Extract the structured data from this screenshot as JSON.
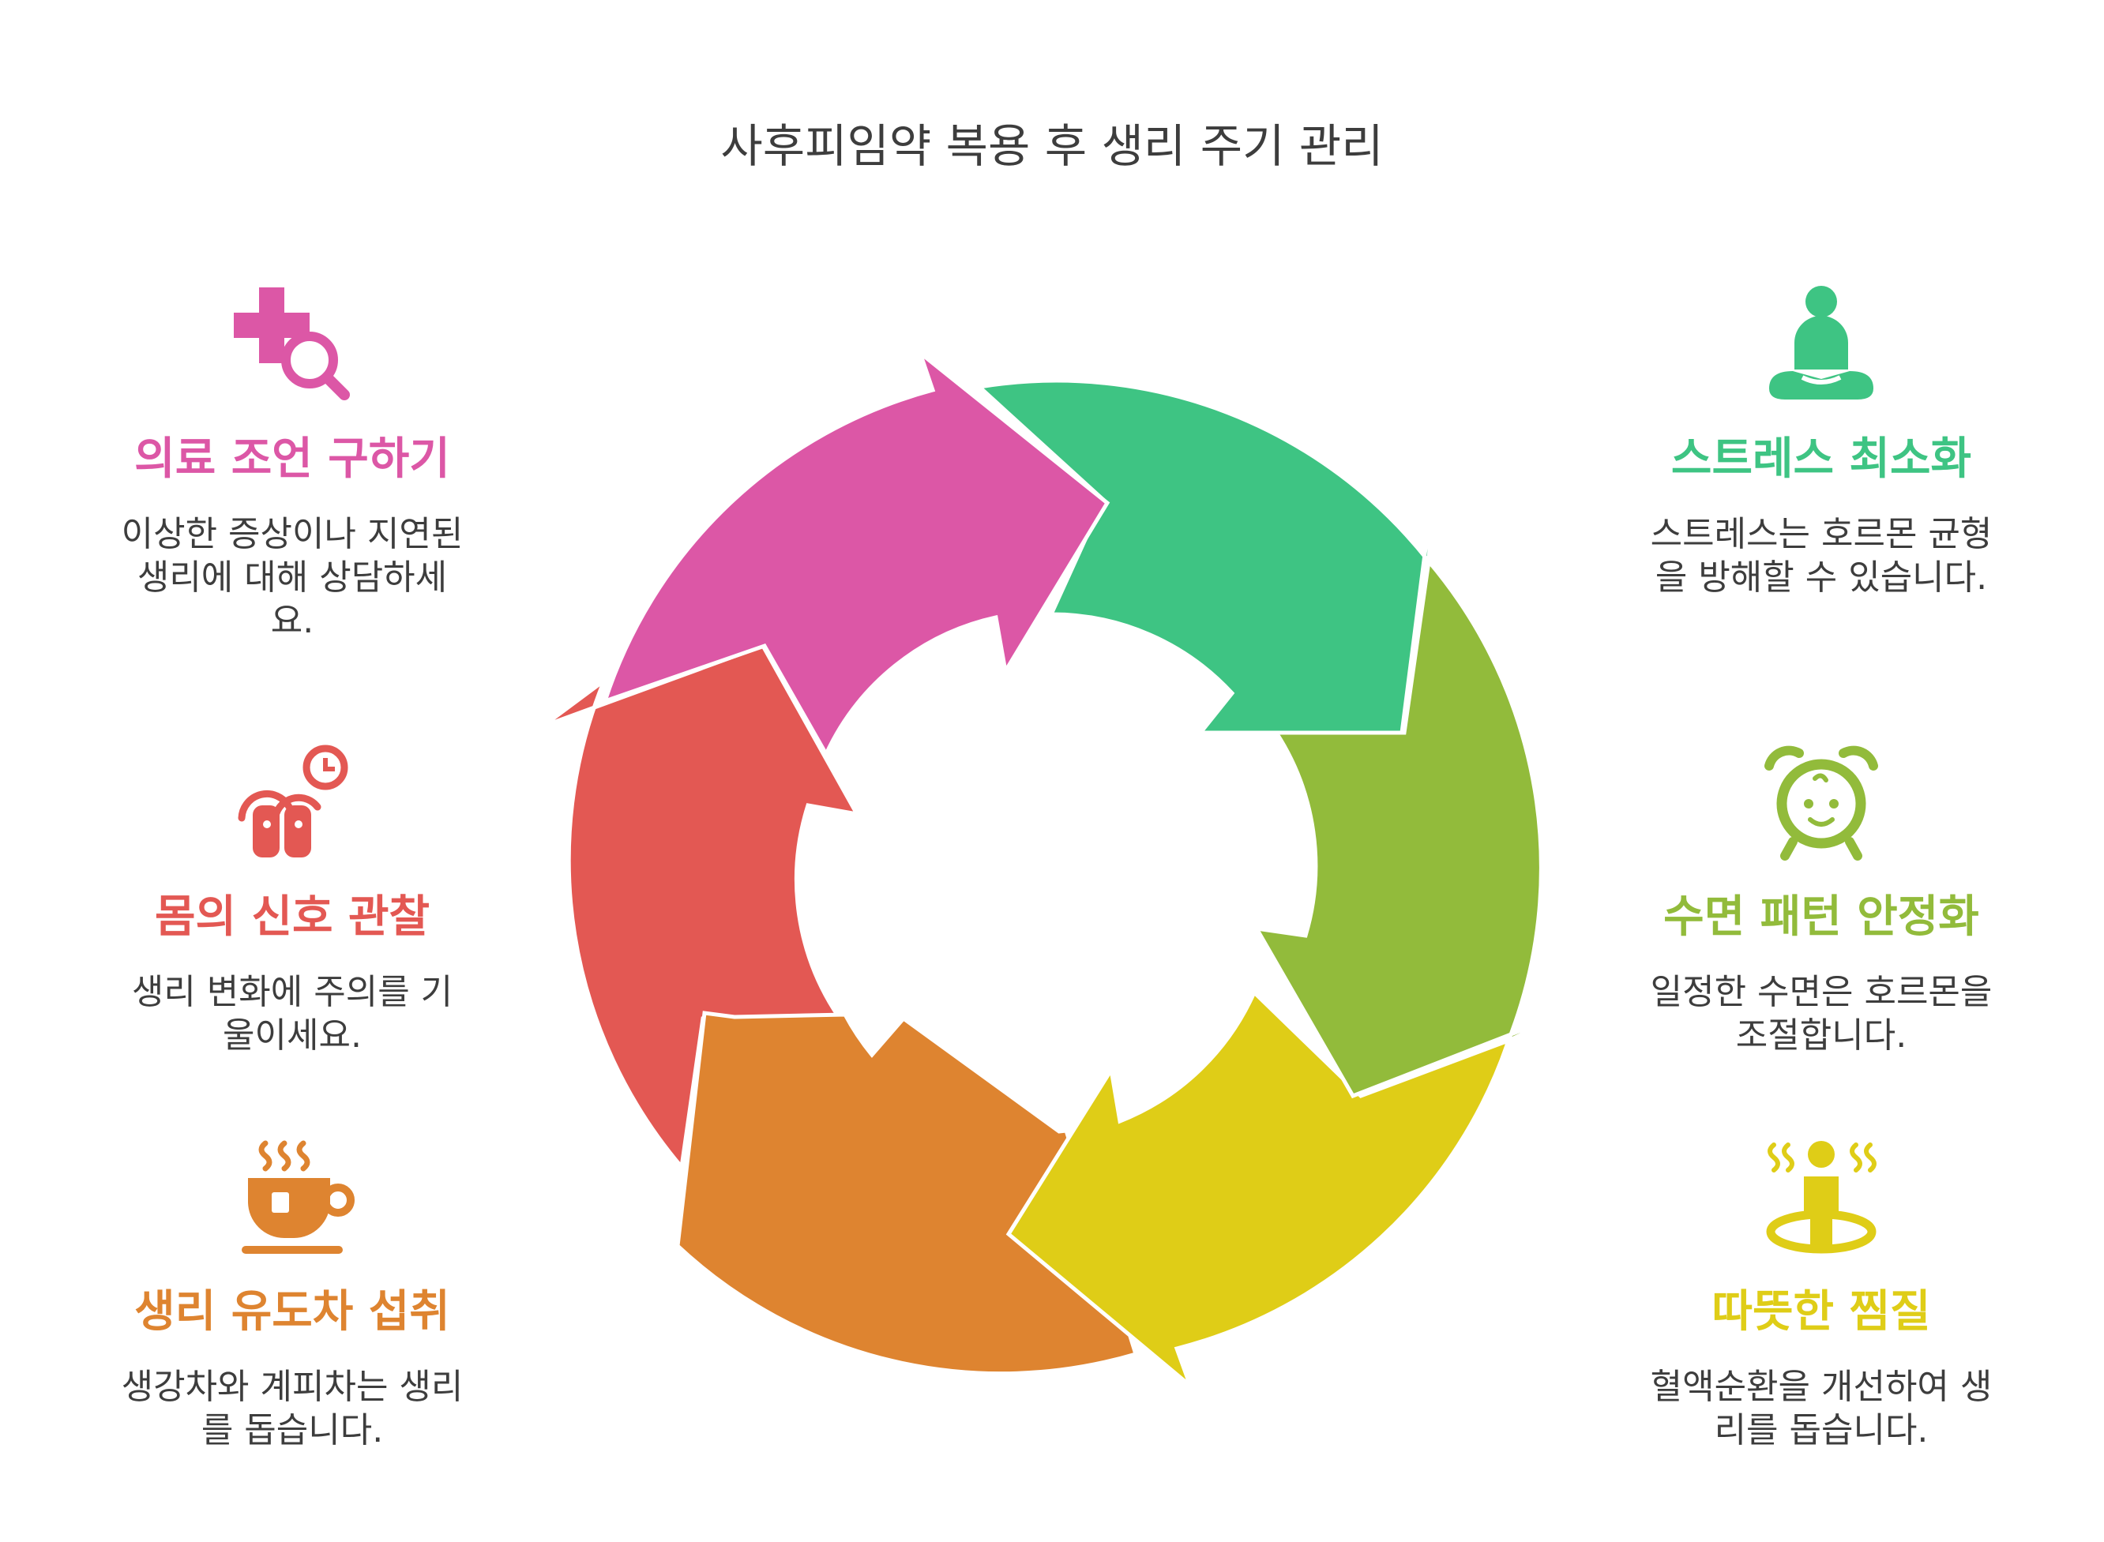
{
  "title": "사후피임약 복용 후 생리 주기 관리",
  "colors": {
    "pink": "#DC57A6",
    "green": "#3EC483",
    "lime": "#92BB3B",
    "yellow": "#DFCD17",
    "orange": "#DE8430",
    "red": "#E35853"
  },
  "left_items": [
    {
      "heading": "의료 조언 구하기",
      "description": "이상한 증상이나 지연된 생리에 대해 상담하세요.",
      "icon": "medical-search-icon",
      "color": "#DC57A6"
    },
    {
      "heading": "몸의 신호 관찰",
      "description": "생리 변화에 주의를 기울이세요.",
      "icon": "body-clock-icon",
      "color": "#E35853"
    },
    {
      "heading": "생리 유도차 섭취",
      "description": "생강차와 계피차는 생리를 돕습니다.",
      "icon": "tea-cup-icon",
      "color": "#DE8430"
    }
  ],
  "right_items": [
    {
      "heading": "스트레스 최소화",
      "description": "스트레스는 호르몬 균형을 방해할 수 있습니다.",
      "icon": "meditation-icon",
      "color": "#3EC483"
    },
    {
      "heading": "수면 패턴 안정화",
      "description": "일정한 수면은 호르몬을 조절합니다.",
      "icon": "alarm-clock-icon",
      "color": "#92BB3B"
    },
    {
      "heading": "따뜻한 찜질",
      "description": "혈액순환을 개선하여 생리를 돕습니다.",
      "icon": "warm-heat-icon",
      "color": "#DFCD17"
    }
  ]
}
